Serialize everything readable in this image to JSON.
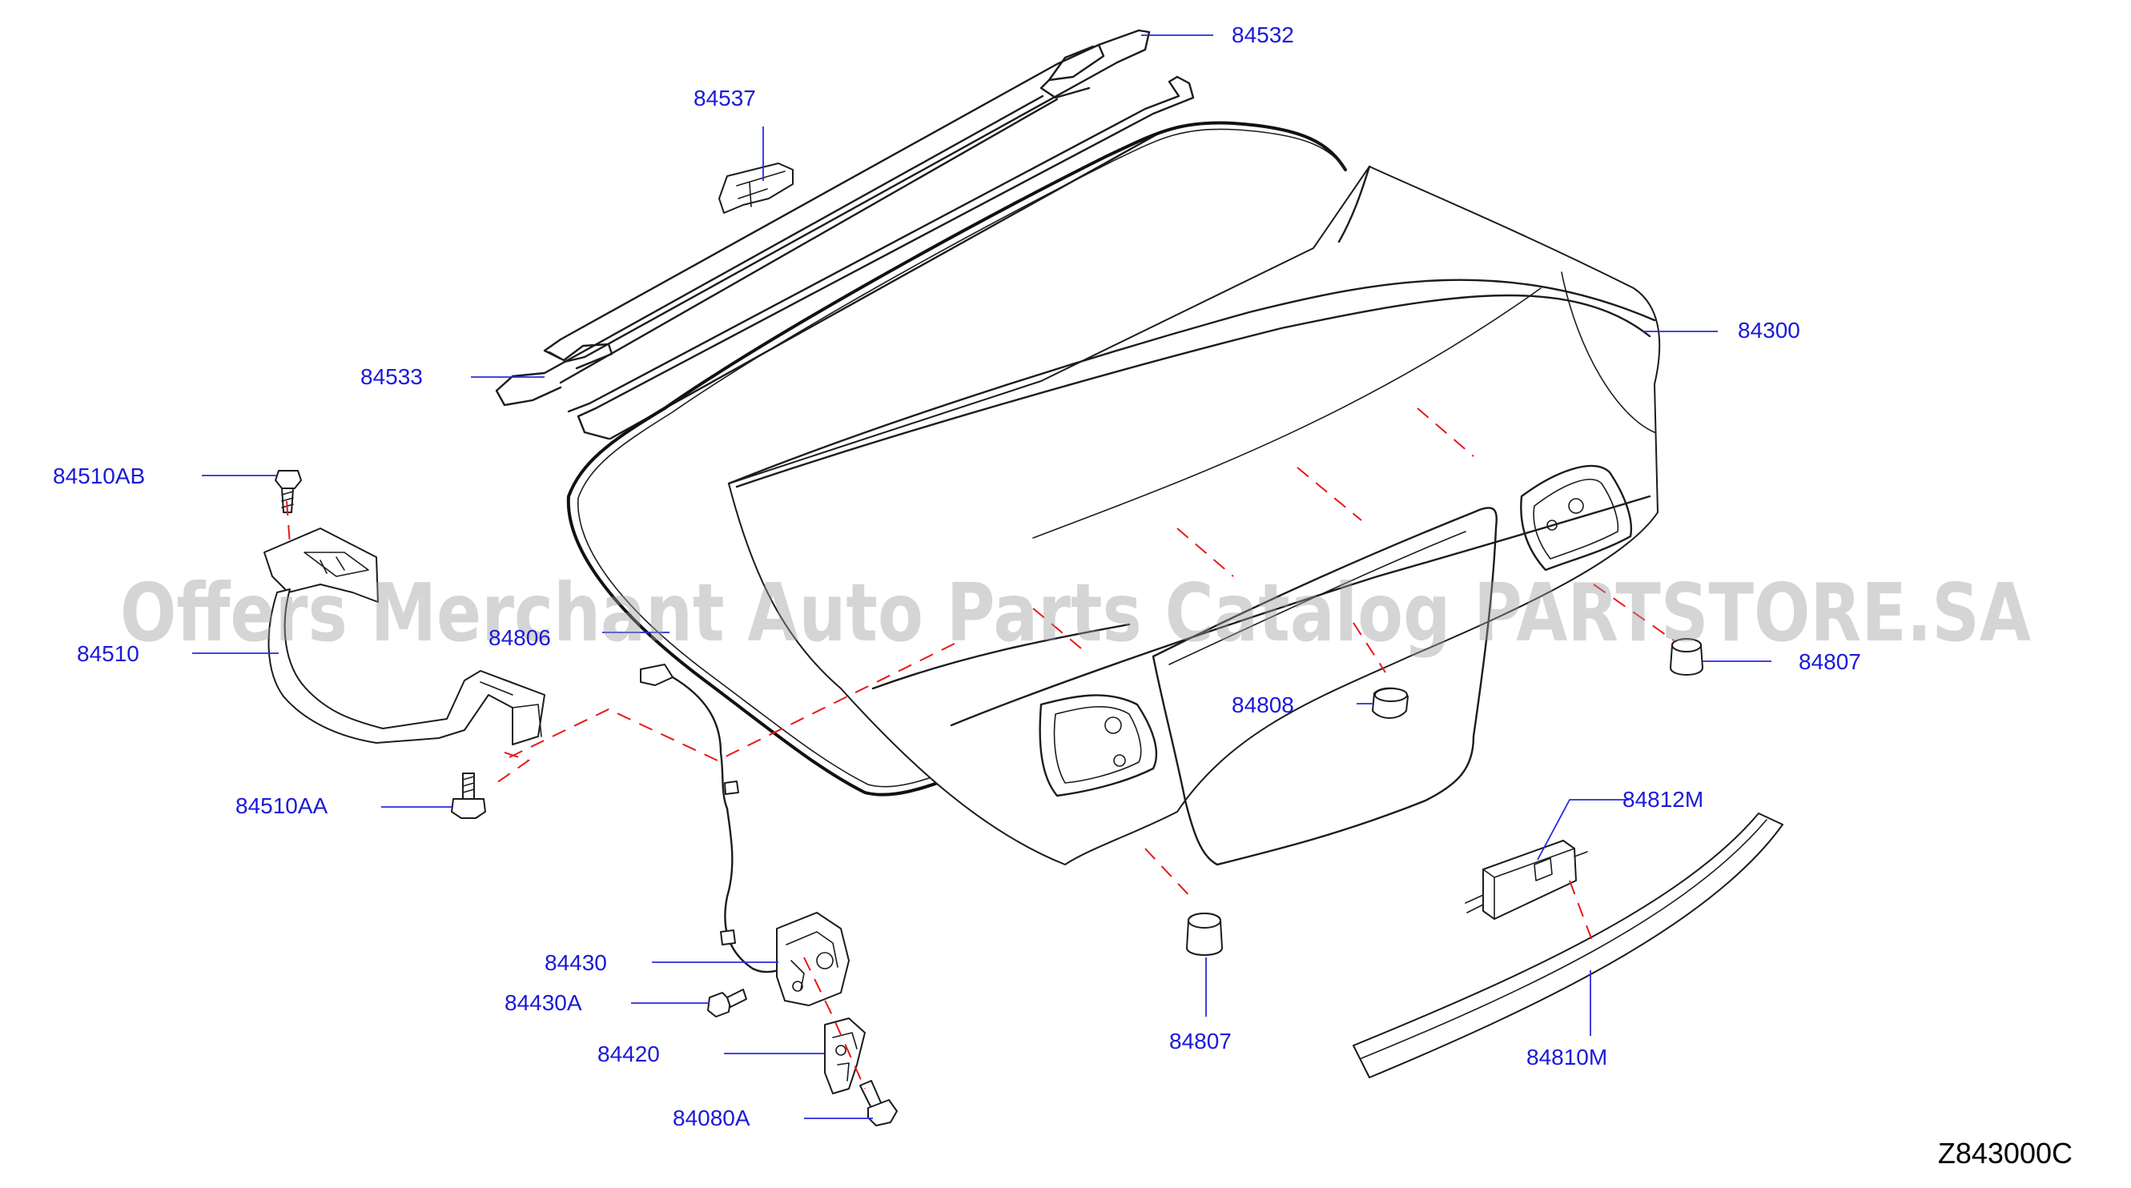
{
  "diagram": {
    "code": "Z843000C",
    "watermark": "Offers Merchant Auto Parts Catalog PARTSTORE.SA",
    "colors": {
      "label": "#1a1ad8",
      "leader": "#2a2ae0",
      "centerline": "#e81818",
      "ink": "#1c1c1c"
    },
    "parts": [
      {
        "id": "84532",
        "label": "84532"
      },
      {
        "id": "84537",
        "label": "84537"
      },
      {
        "id": "84533",
        "label": "84533"
      },
      {
        "id": "84300",
        "label": "84300"
      },
      {
        "id": "84510AB",
        "label": "84510AB"
      },
      {
        "id": "84510",
        "label": "84510"
      },
      {
        "id": "84806",
        "label": "84806"
      },
      {
        "id": "84807a",
        "label": "84807"
      },
      {
        "id": "84808",
        "label": "84808"
      },
      {
        "id": "84812M",
        "label": "84812M"
      },
      {
        "id": "84510AA",
        "label": "84510AA"
      },
      {
        "id": "84430",
        "label": "84430"
      },
      {
        "id": "84430A",
        "label": "84430A"
      },
      {
        "id": "84420",
        "label": "84420"
      },
      {
        "id": "84080A",
        "label": "84080A"
      },
      {
        "id": "84807b",
        "label": "84807"
      },
      {
        "id": "84810M",
        "label": "84810M"
      }
    ]
  }
}
